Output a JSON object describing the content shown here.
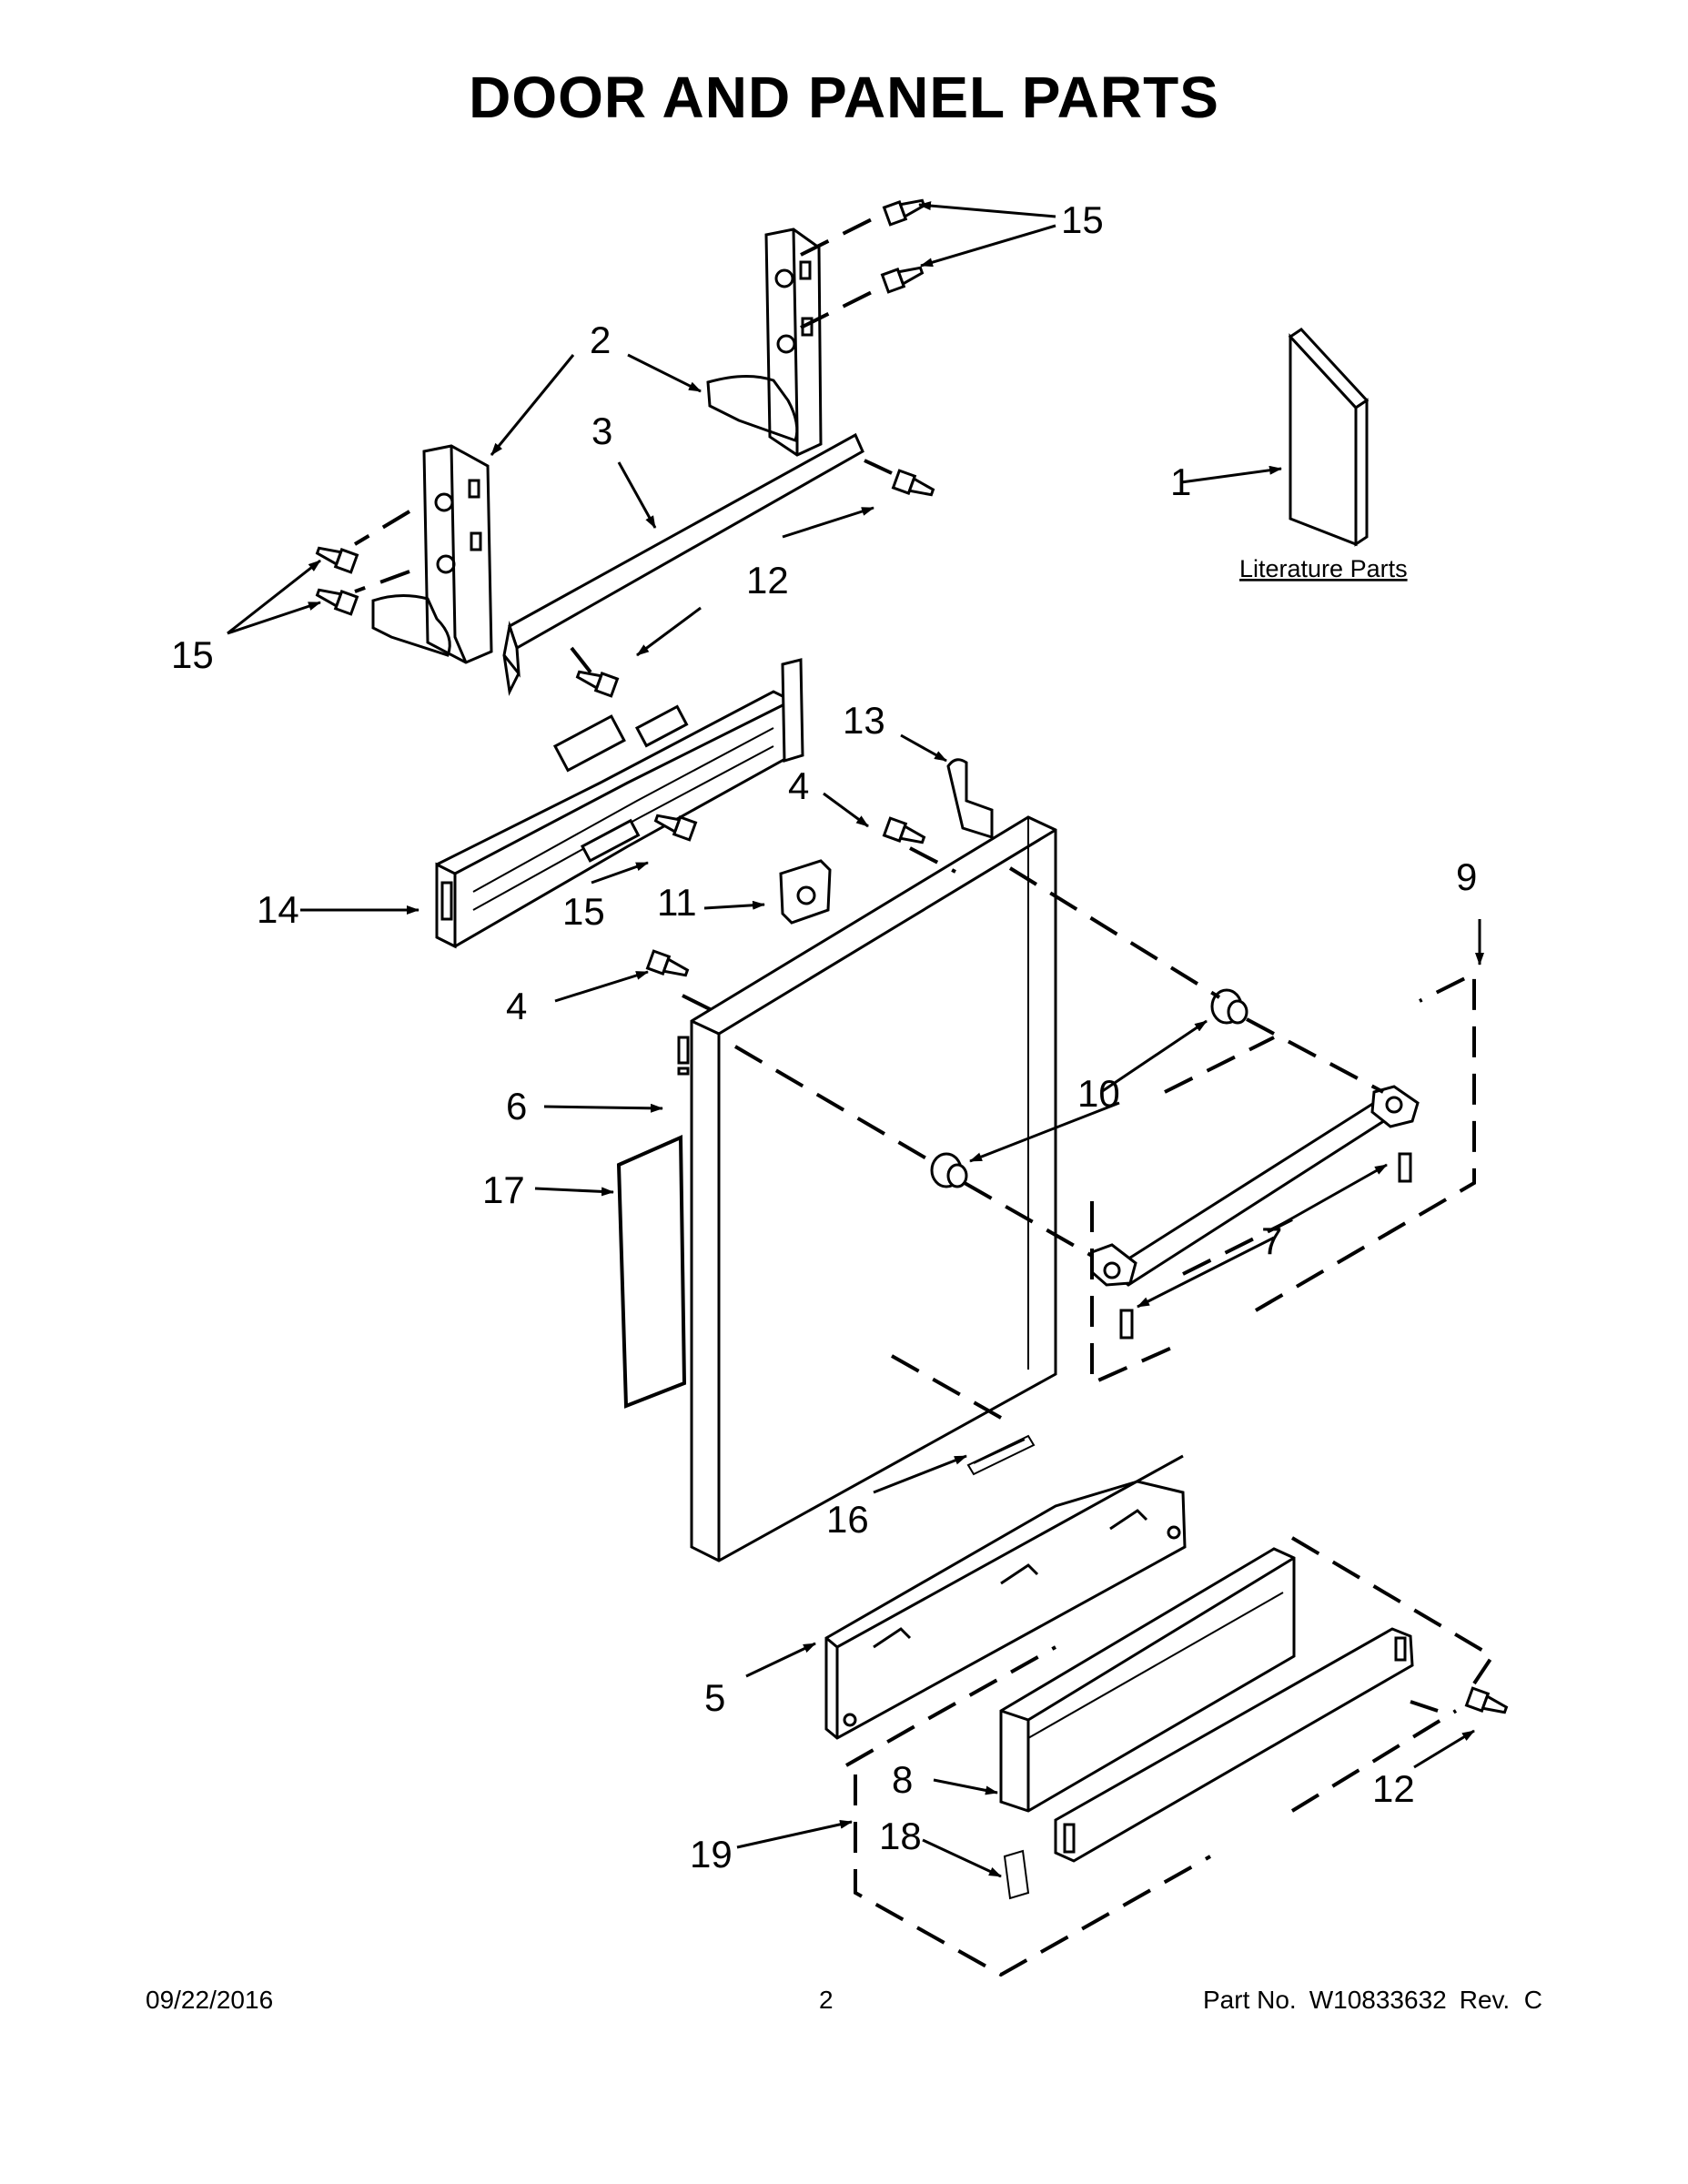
{
  "page": {
    "title": "DOOR AND PANEL PARTS",
    "literature_label": "Literature Parts"
  },
  "callouts": {
    "c1": "1",
    "c2": "2",
    "c3": "3",
    "c4a": "4",
    "c4b": "4",
    "c5": "5",
    "c6": "6",
    "c7": "7",
    "c8": "8",
    "c9": "9",
    "c10": "10",
    "c11": "11",
    "c12a": "12",
    "c12b": "12",
    "c13": "13",
    "c14": "14",
    "c15a": "15",
    "c15b": "15",
    "c15c": "15",
    "c16": "16",
    "c17": "17",
    "c18": "18",
    "c19": "19"
  },
  "footer": {
    "date": "09/22/2016",
    "page_number": "2",
    "part_label": "Part No.",
    "part_number": "W10833632",
    "revision": "Rev.  C"
  }
}
